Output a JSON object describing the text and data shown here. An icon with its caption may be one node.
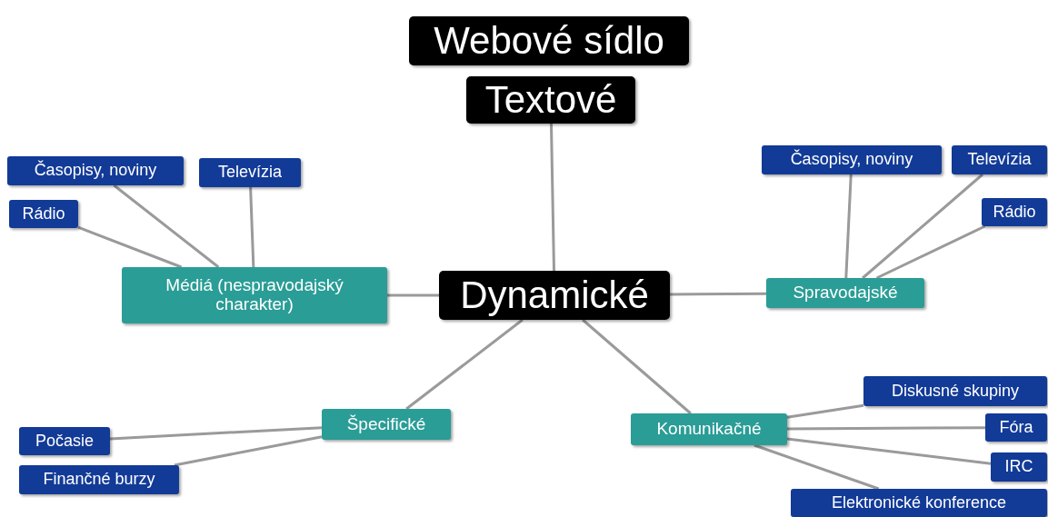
{
  "diagram": {
    "nodes": [
      {
        "text": [
          "Webové sídlo"
        ]
      },
      {
        "text": [
          "Textové"
        ]
      },
      {
        "text": [
          "Dynamické"
        ]
      },
      {
        "text": [
          "Médiá (nespravodajský charakter)"
        ]
      },
      {
        "text": [
          "Časopisy, noviny"
        ]
      },
      {
        "text": [
          "Televízia"
        ]
      },
      {
        "text": [
          "Rádio"
        ]
      },
      {
        "text": [
          "Spravodajské"
        ]
      },
      {
        "text": [
          "Časopisy, noviny"
        ]
      },
      {
        "text": [
          "Televízia"
        ]
      },
      {
        "text": [
          "Rádio"
        ]
      },
      {
        "text": [
          "Špecifické"
        ]
      },
      {
        "text": [
          "Počasie"
        ]
      },
      {
        "text": [
          "Finančné burzy"
        ]
      },
      {
        "text": [
          "Komunikačné"
        ]
      },
      {
        "text": [
          "Diskusné skupiny"
        ]
      },
      {
        "text": [
          "Fóra"
        ]
      },
      {
        "text": [
          "IRC"
        ]
      },
      {
        "text": [
          "Elektronické konference"
        ]
      }
    ],
    "edges": [
      {
        "from": 1,
        "to": 2,
        "arrow": "none"
      },
      {
        "from": 2,
        "to": 3,
        "arrow": "none"
      },
      {
        "from": 2,
        "to": 7,
        "arrow": "none"
      },
      {
        "from": 2,
        "to": 11,
        "arrow": "none"
      },
      {
        "from": 2,
        "to": 14,
        "arrow": "none"
      },
      {
        "from": 3,
        "to": 4,
        "arrow": "none"
      },
      {
        "from": 3,
        "to": 5,
        "arrow": "none"
      },
      {
        "from": 3,
        "to": 6,
        "arrow": "none"
      },
      {
        "from": 7,
        "to": 8,
        "arrow": "none"
      },
      {
        "from": 7,
        "to": 9,
        "arrow": "none"
      },
      {
        "from": 7,
        "to": 10,
        "arrow": "none"
      },
      {
        "from": 11,
        "to": 12,
        "arrow": "none"
      },
      {
        "from": 11,
        "to": 13,
        "arrow": "none"
      },
      {
        "from": 14,
        "to": 15,
        "arrow": "none"
      },
      {
        "from": 14,
        "to": 16,
        "arrow": "none"
      },
      {
        "from": 14,
        "to": 17,
        "arrow": "none"
      },
      {
        "from": 14,
        "to": 18,
        "arrow": "none"
      }
    ]
  }
}
